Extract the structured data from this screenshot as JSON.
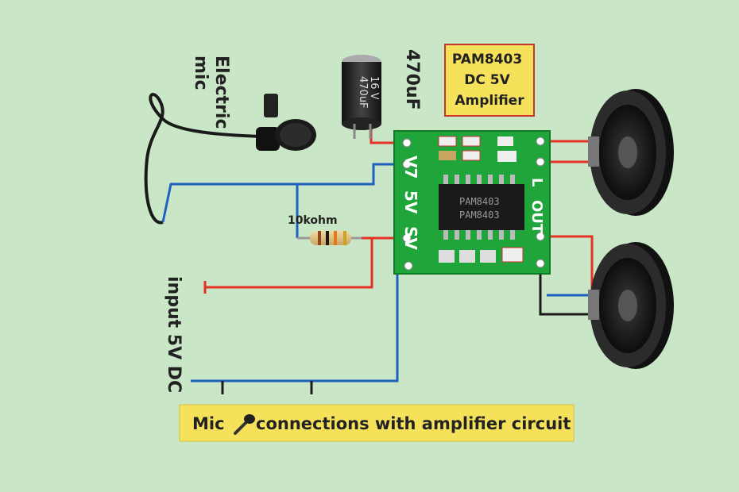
{
  "labels": {
    "mic": "Electric\nmic",
    "capacitor_value": "470uF",
    "capacitor_body": "470uF\n16 V",
    "resistor": "10kohm",
    "input": "input 5V DC",
    "ic_text_1": "PAM8403",
    "ic_text_2": "PAM8403"
  },
  "module": {
    "title_lines": [
      "PAM8403",
      "DC 5V",
      "Amplifier"
    ],
    "pin_left_top": "V7",
    "pin_left_mid": "5V",
    "pin_left_mid2": "SV",
    "pin_right_l": "L",
    "pin_right_out": "OUT"
  },
  "caption": {
    "text_before": "Mic",
    "text_after": "connections with amplifier circuit"
  },
  "colors": {
    "background": "#c9e6c6",
    "board": "#1fa53a",
    "red_wire": "#e53226",
    "blue_wire": "#1f5fbf",
    "black_wire": "#1a1a1a",
    "caption_bg": "#f6e25a"
  }
}
